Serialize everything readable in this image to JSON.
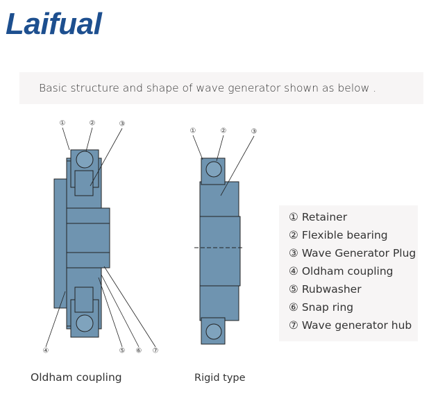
{
  "logo": {
    "text": "Laifual"
  },
  "caption": "Basic structure and shape of wave generator shown as below .",
  "colors": {
    "part_fill": "#6f94b0",
    "part_stroke": "#222222",
    "brand_blue": "#1d4f8f",
    "brand_red": "#d9232d"
  },
  "diagrams": {
    "oldham": {
      "label": "Oldham coupling",
      "callouts_top": [
        "①",
        "②",
        "③"
      ],
      "callouts_bottom": [
        "④",
        "⑤",
        "⑥",
        "⑦"
      ]
    },
    "rigid": {
      "label": "Rigid type",
      "callouts_top": [
        "①",
        "②",
        "③"
      ]
    }
  },
  "legend": [
    {
      "num": "①",
      "text": "Retainer"
    },
    {
      "num": "②",
      "text": "Flexible bearing"
    },
    {
      "num": "③",
      "text": "Wave Generator Plug"
    },
    {
      "num": "④",
      "text": "Oldham coupling"
    },
    {
      "num": "⑤",
      "text": "Rubwasher"
    },
    {
      "num": "⑥",
      "text": "Snap ring"
    },
    {
      "num": "⑦",
      "text": "Wave generator hub"
    }
  ]
}
